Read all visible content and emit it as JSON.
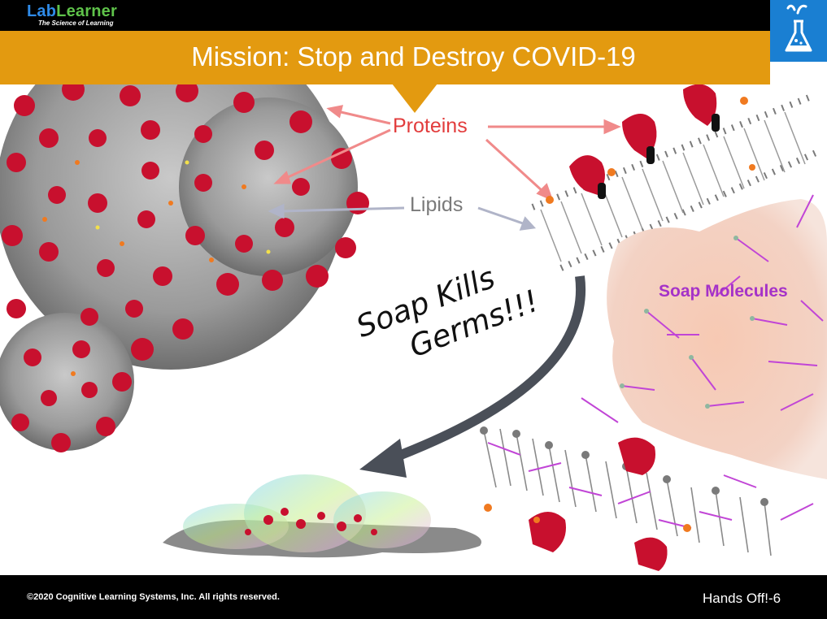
{
  "header": {
    "logo_lab": "Lab",
    "logo_learner": "Learner",
    "logo_tagline": "The Science of Learning",
    "title": "Mission: Stop and Destroy COVID-19"
  },
  "labels": {
    "proteins": "Proteins",
    "lipids": "Lipids",
    "soap_molecules": "Soap Molecules",
    "soap_kills_line1": "Soap Kills",
    "soap_kills_line2": "Germs!!!"
  },
  "footer": {
    "copyright": "©2020 Cognitive Learning Systems, Inc.  All rights reserved.",
    "page": "Hands Off!-6"
  },
  "colors": {
    "banner": "#e39a10",
    "logo_box": "#1a7fd2",
    "protein_red": "#c8102e",
    "lipid_gray": "#8a8a8a",
    "soap_purple": "#a532c8",
    "arrow_protein": "#f08a8a",
    "arrow_lipid": "#b0b4c8"
  },
  "icons": [
    "flask-icon",
    "virus-icon",
    "membrane-icon",
    "soap-foam-icon",
    "bubble-puddle-icon"
  ]
}
